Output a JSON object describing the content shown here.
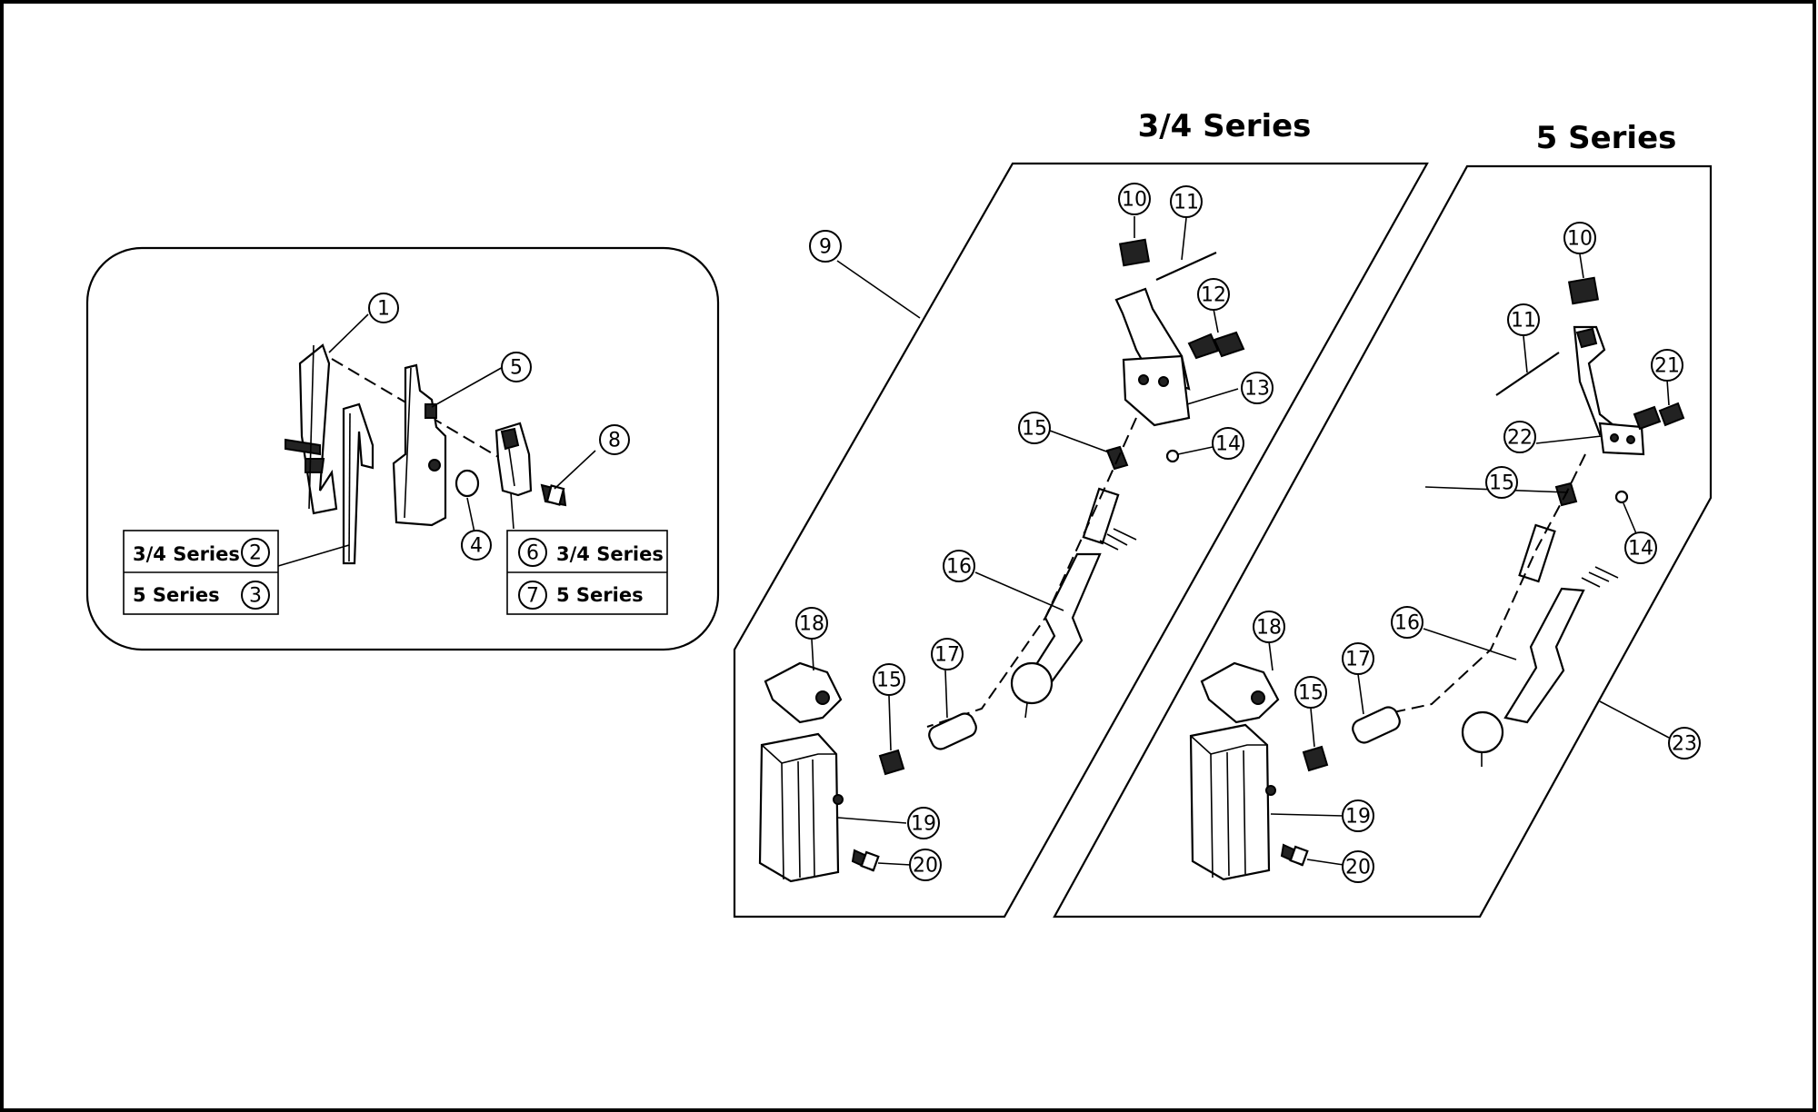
{
  "titles": {
    "series_34": "3/4 Series",
    "series_5": "5 Series"
  },
  "inset_variants": {
    "a_34": "3/4 Series",
    "a_34_num": "2",
    "a_5": "5  Series",
    "a_5_num": "3",
    "b_34": "3/4 Series",
    "b_34_num": "6",
    "b_5": "5  Series",
    "b_5_num": "7"
  },
  "callouts": {
    "inset": [
      "1",
      "4",
      "5",
      "8"
    ],
    "group_34": [
      "9",
      "10",
      "11",
      "12",
      "13",
      "14",
      "15",
      "16",
      "17",
      "18",
      "15",
      "19",
      "20"
    ],
    "group_5": [
      "10",
      "11",
      "21",
      "22",
      "15",
      "14",
      "16",
      "18",
      "15",
      "17",
      "19",
      "20",
      "23"
    ]
  }
}
